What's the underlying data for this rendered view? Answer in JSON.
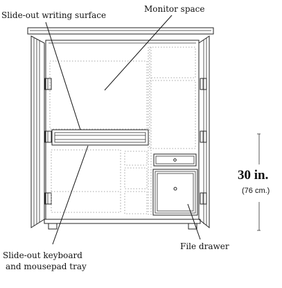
{
  "labels": {
    "writing_surface": "Slide-out writing surface",
    "monitor_space": "Monitor space",
    "dimension_value": "30 in.",
    "dimension_metric": "(76 cm.)",
    "keyboard_tray_line1": "Slide-out keyboard",
    "keyboard_tray_line2": "and mousepad tray",
    "file_drawer": "File drawer"
  }
}
